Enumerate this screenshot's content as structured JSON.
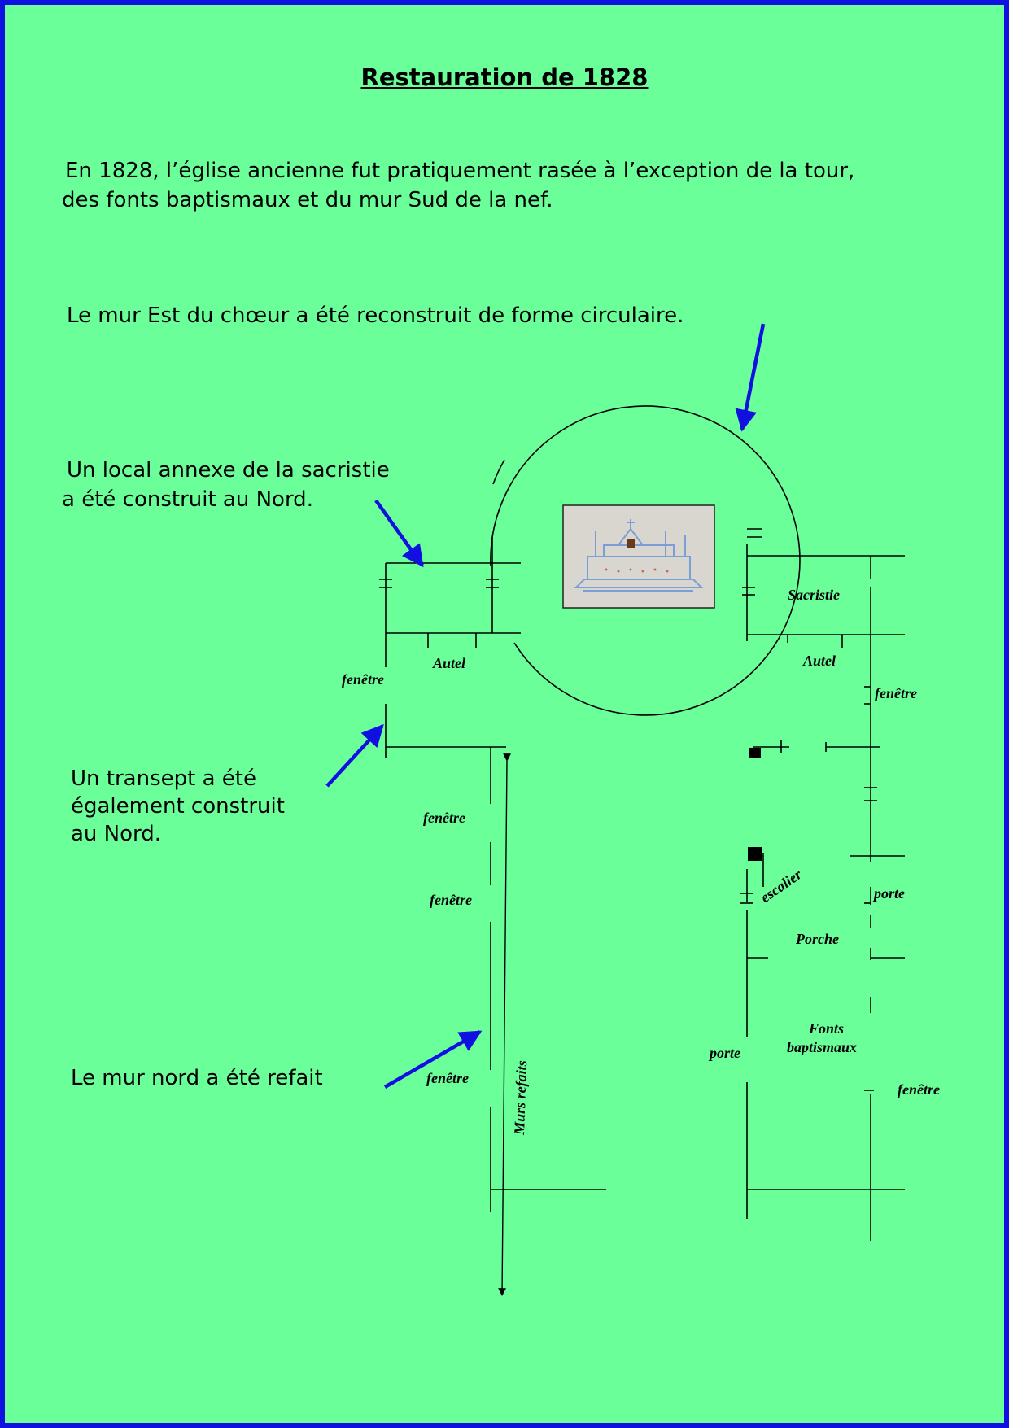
{
  "title": "Restauration de 1828",
  "intro": {
    "line1": "En 1828, l’église ancienne fut pratiquement rasée à l’exception de la tour,",
    "line2": "des fonts baptismaux et du mur Sud de la nef."
  },
  "annotations": {
    "choeur": "Le mur Est du chœur a été reconstruit de forme circulaire.",
    "sacristie_line1": "Un local annexe de la sacristie",
    "sacristie_line2": "a été construit au Nord.",
    "transept_line1": "Un transept a été",
    "transept_line2": "également construit",
    "transept_line3": "au Nord.",
    "mur_nord": "Le mur nord a été refait"
  },
  "plan_labels": {
    "sacristie": "Sacristie",
    "autel_left": "Autel",
    "autel_right": "Autel",
    "fenetre_1": "fenêtre",
    "fenetre_2": "fenêtre",
    "fenetre_3": "fenêtre",
    "fenetre_4": "fenêtre",
    "fenetre_5": "fenêtre",
    "fenetre_6": "fenêtre",
    "escalier": "escalier",
    "porte_right": "porte",
    "porche": "Porche",
    "fonts_line1": "Fonts",
    "fonts_line2": "baptismaux",
    "porte_left": "porte",
    "murs_refaits": "Murs refaits"
  },
  "colors": {
    "background": "#6bff99",
    "border": "#1010e0",
    "arrow": "#1010e0",
    "plan_lines": "#000000"
  }
}
